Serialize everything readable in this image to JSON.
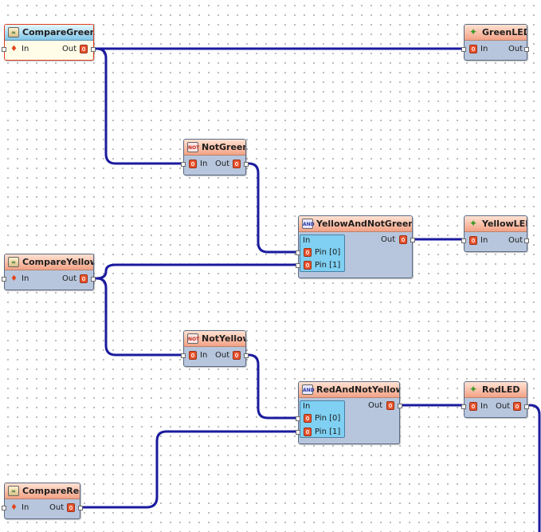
{
  "components": {
    "compare_green": {
      "title": "CompareGreen",
      "in": "In",
      "out": "Out",
      "icon": "compare-icon"
    },
    "compare_yellow": {
      "title": "CompareYellow",
      "in": "In",
      "out": "Out",
      "icon": "compare-icon"
    },
    "compare_red": {
      "title": "CompareRed",
      "in": "In",
      "out": "Out",
      "icon": "compare-icon"
    },
    "not_green": {
      "title": "NotGreen",
      "in": "In",
      "out": "Out",
      "icon": "not-gate-icon"
    },
    "not_yellow": {
      "title": "NotYellow",
      "in": "In",
      "out": "Out",
      "icon": "not-gate-icon"
    },
    "yellow_and_not_green": {
      "title": "YellowAndNotGreen",
      "in": "In",
      "pin0": "Pin [0]",
      "pin1": "Pin [1]",
      "out": "Out",
      "icon": "and-gate-icon"
    },
    "red_and_not_yellow": {
      "title": "RedAndNotYellow",
      "in": "In",
      "pin0": "Pin [0]",
      "pin1": "Pin [1]",
      "out": "Out",
      "icon": "and-gate-icon"
    },
    "green_led": {
      "title": "GreenLED",
      "in": "In",
      "out": "Out",
      "icon": "led-icon"
    },
    "yellow_led": {
      "title": "YellowLED",
      "in": "In",
      "out": "Out",
      "icon": "led-icon"
    },
    "red_led": {
      "title": "RedLED",
      "in": "In",
      "out": "Out",
      "icon": "led-icon"
    }
  },
  "colors": {
    "wire": "#1a1a9e",
    "title_gradient": "#f3a286",
    "selected_title": "#7fc5e8",
    "body": "#b7c6dd",
    "inner_panel": "#7fd0f2"
  }
}
